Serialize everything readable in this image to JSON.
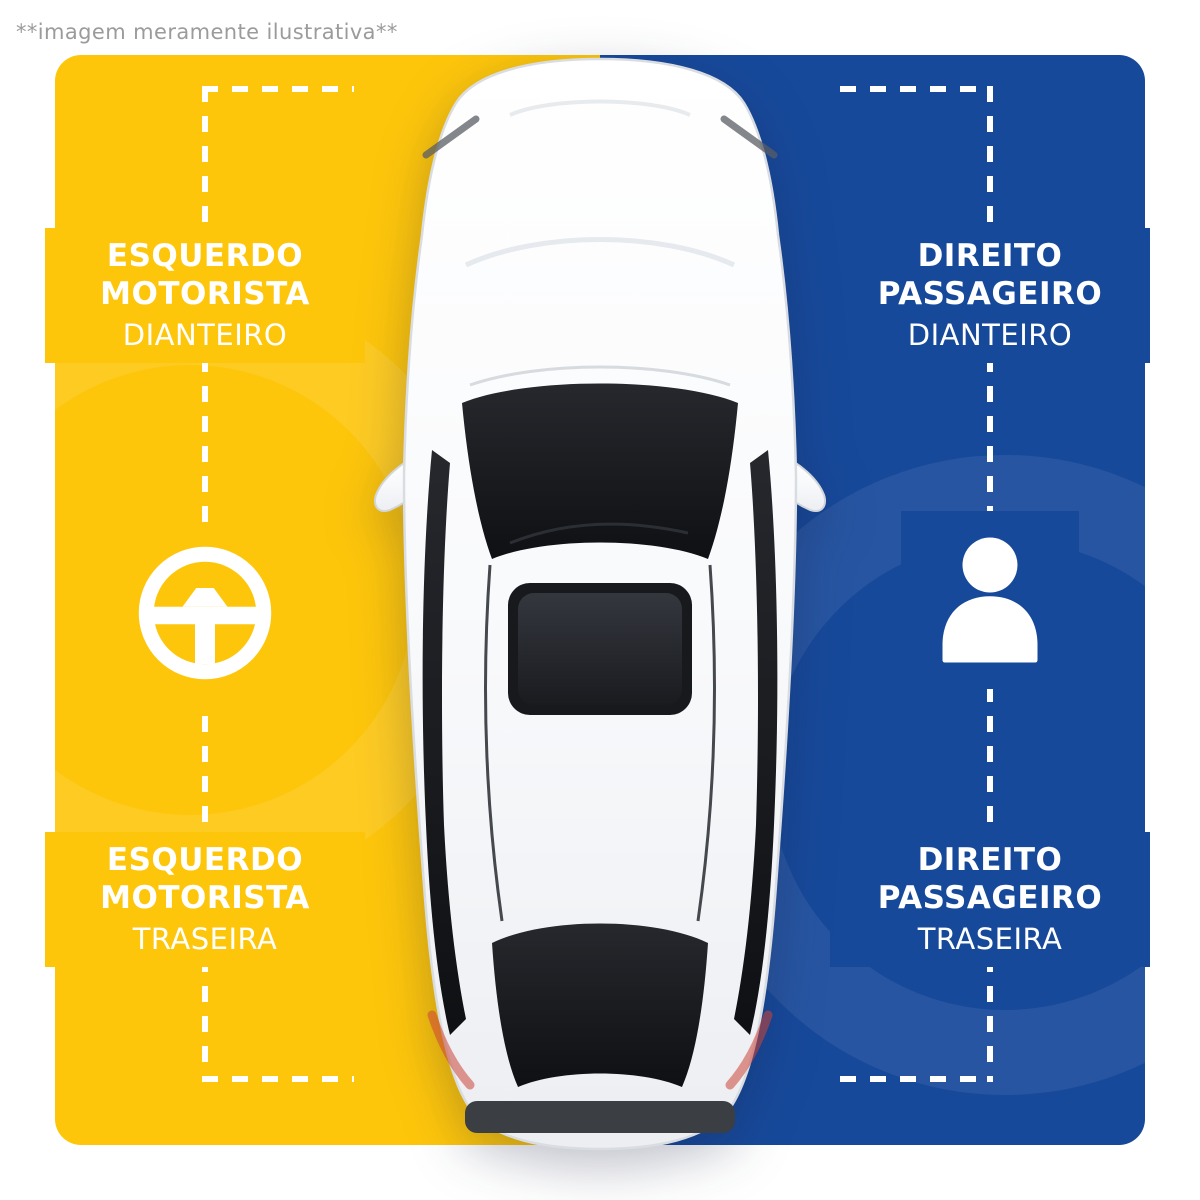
{
  "disclaimer": "**imagem meramente ilustrativa**",
  "colors": {
    "driver_side_panel": "#FEC60B",
    "passenger_side_panel": "#17499B",
    "label_text": "#FFFFFF",
    "disclaimer_text": "#9B9B9B"
  },
  "driver_side": {
    "front": {
      "line1": "ESQUERDO",
      "line2": "MOTORISTA",
      "line3": "DIANTEIRO"
    },
    "rear": {
      "line1": "ESQUERDO",
      "line2": "MOTORISTA",
      "line3": "TRASEIRA"
    },
    "icon": "steering-wheel-icon"
  },
  "passenger_side": {
    "front": {
      "line1": "DIREITO",
      "line2": "PASSAGEIRO",
      "line3": "DIANTEIRO"
    },
    "rear": {
      "line1": "DIREITO",
      "line2": "PASSAGEIRO",
      "line3": "TRASEIRA"
    },
    "icon": "person-icon"
  },
  "illustration": {
    "subject": "car-top-view"
  }
}
